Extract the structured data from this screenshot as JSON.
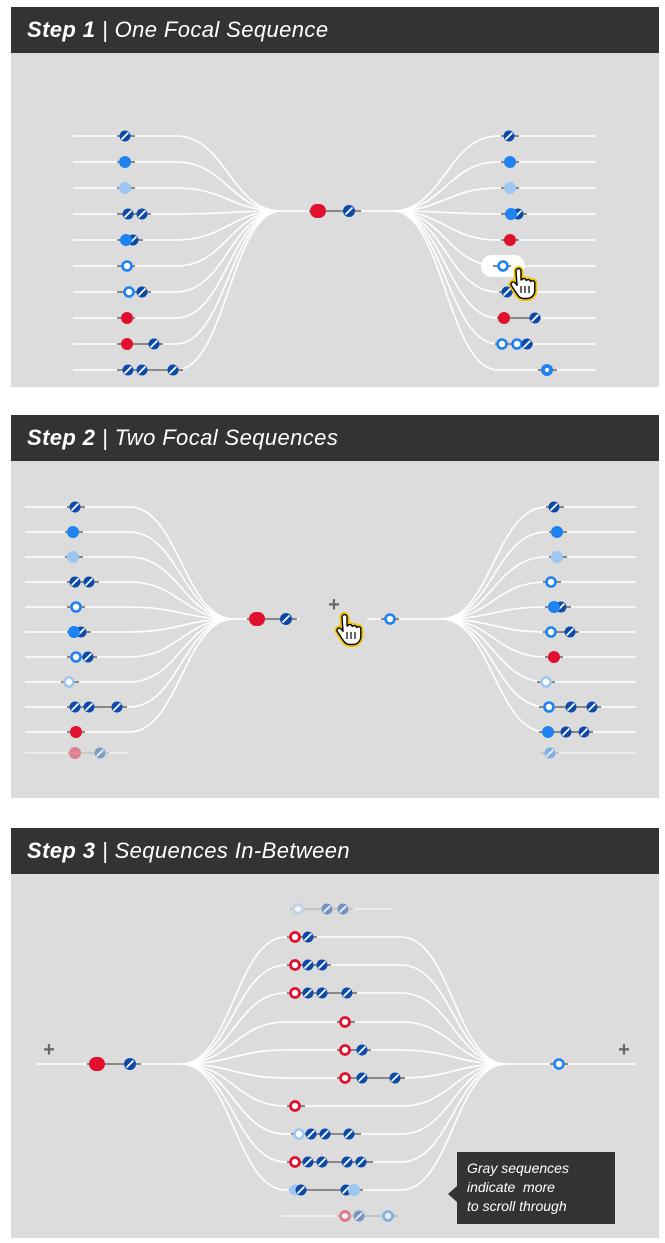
{
  "steps": [
    {
      "label": "Step 1",
      "separator": "|",
      "title": "One Focal Sequence"
    },
    {
      "label": "Step 2",
      "separator": "|",
      "title": "Two Focal Sequences"
    },
    {
      "label": "Step 3",
      "separator": "|",
      "title": "Sequences In-Between"
    }
  ],
  "tooltip": {
    "lines": [
      "Gray sequences",
      "indicate  more",
      "to scroll through"
    ]
  },
  "add_glyph": "+",
  "colors": {
    "header_bg": "#333333",
    "panel_bg": "#dcdcdc",
    "red": "#e0102e",
    "blue": "#1e82f0",
    "navy": "#0b4aa8",
    "light_blue": "#9dc6f3",
    "cursor_glow": "#f0c400"
  },
  "icons": [
    "hand-pointer-cursor-icon",
    "plus-icon",
    "event-node-icon"
  ]
}
